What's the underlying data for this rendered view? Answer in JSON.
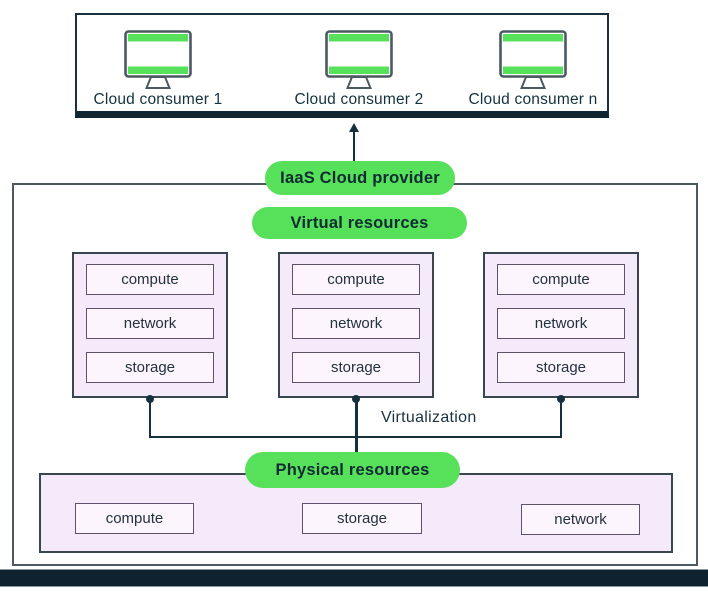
{
  "consumers": [
    "Cloud consumer 1",
    "Cloud consumer 2",
    "Cloud consumer n"
  ],
  "pills": {
    "provider": "IaaS Cloud provider",
    "virtual": "Virtual resources",
    "physical": "Physical resources"
  },
  "virtual_groups": [
    [
      "compute",
      "network",
      "storage"
    ],
    [
      "compute",
      "network",
      "storage"
    ],
    [
      "compute",
      "network",
      "storage"
    ]
  ],
  "physical_items": [
    "compute",
    "storage",
    "network"
  ],
  "labels": {
    "virtualization": "Virtualization"
  },
  "colors": {
    "accent_green": "#57e05a",
    "dark_navy": "#15313d",
    "panel_lavender": "#f5eafa",
    "inner_box_fill": "#fcf5fd",
    "bottom_bar_navy": "#0f2230"
  }
}
